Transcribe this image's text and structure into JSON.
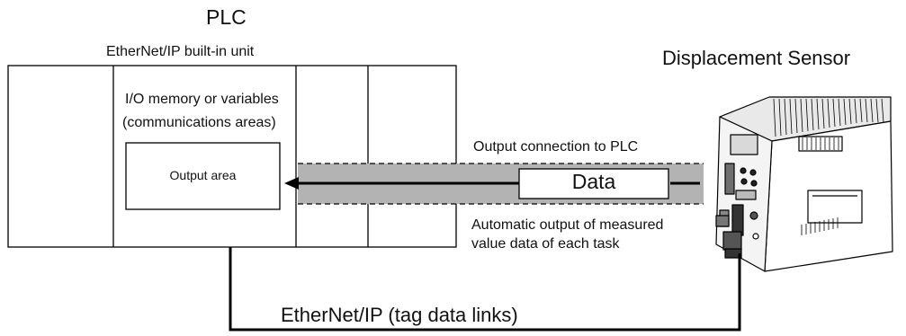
{
  "plc": {
    "title": "PLC",
    "unit_label": "EtherNet/IP built-in unit",
    "memory_label_line1": "I/O memory or variables",
    "memory_label_line2": "(communications areas)",
    "output_area_label": "Output area"
  },
  "sensor": {
    "title": "Displacement Sensor"
  },
  "connection": {
    "label": "Output connection to PLC",
    "data_label": "Data",
    "note_line1": "Automatic output of measured",
    "note_line2": "value data of each task"
  },
  "network": {
    "label": "EtherNet/IP (tag data links)"
  },
  "colors": {
    "band": "#b3b3b3",
    "line": "#000000",
    "device_body": "#ffffff"
  }
}
